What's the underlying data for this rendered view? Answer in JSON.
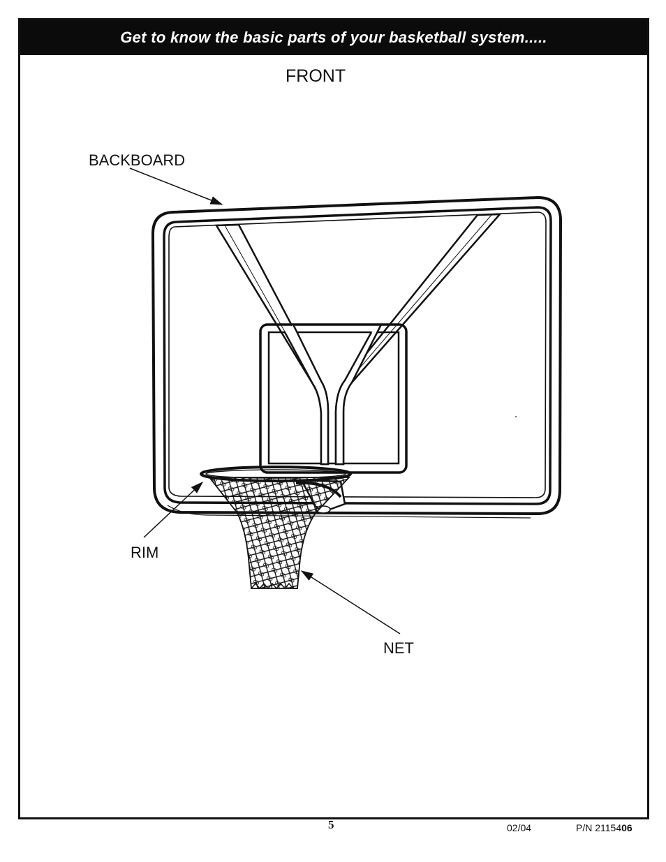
{
  "header": {
    "title": "Get to know the basic parts of your basketball system....."
  },
  "view_label": "FRONT",
  "callouts": {
    "backboard": "BACKBOARD",
    "rim": "RIM",
    "net": "NET"
  },
  "footer": {
    "page_number": "5",
    "date": "02/04",
    "pn_prefix": "P/N 21154",
    "pn_suffix": "06"
  },
  "colors": {
    "ink": "#111111",
    "header_bg": "#0b0b0b",
    "header_text": "#ffffff"
  }
}
